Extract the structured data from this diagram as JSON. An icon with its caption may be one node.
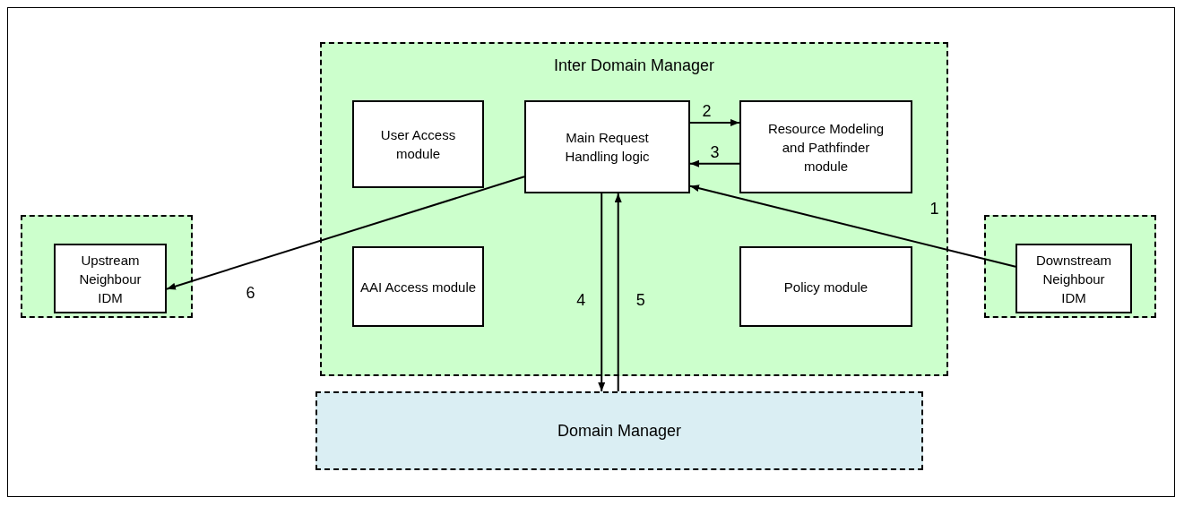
{
  "diagram": {
    "nodes": [
      {
        "text": [
          "Inter Domain Manager"
        ]
      },
      {
        "text": [
          "User Access module"
        ],
        "in": 0
      },
      {
        "text": [
          "Main Request Handling logic"
        ],
        "in": 0
      },
      {
        "text": [
          "Resource Modeling and Pathfinder module"
        ],
        "in": 0
      },
      {
        "text": [
          "AAI Access module"
        ],
        "in": 0
      },
      {
        "text": [
          "Policy module"
        ],
        "in": 0
      },
      {
        "text": [],
        "shape": "box"
      },
      {
        "text": [
          "Upstream Neighbour IDM"
        ],
        "in": 6
      },
      {
        "text": [],
        "shape": "box"
      },
      {
        "text": [
          "Downstream Neighbour IDM"
        ],
        "in": 8
      },
      {
        "text": [
          "Domain Manager"
        ]
      }
    ],
    "edges": [
      {
        "from": 9,
        "to": 2,
        "arrow": "to",
        "label": "1"
      },
      {
        "from": 2,
        "to": 3,
        "arrow": "to",
        "label": "2"
      },
      {
        "from": 3,
        "to": 2,
        "arrow": "to",
        "label": "3"
      },
      {
        "from": 2,
        "to": 10,
        "arrow": "to",
        "label": "4"
      },
      {
        "from": 10,
        "to": 2,
        "arrow": "to",
        "label": "5"
      },
      {
        "from": 2,
        "to": 7,
        "arrow": "to",
        "label": "6"
      }
    ]
  }
}
